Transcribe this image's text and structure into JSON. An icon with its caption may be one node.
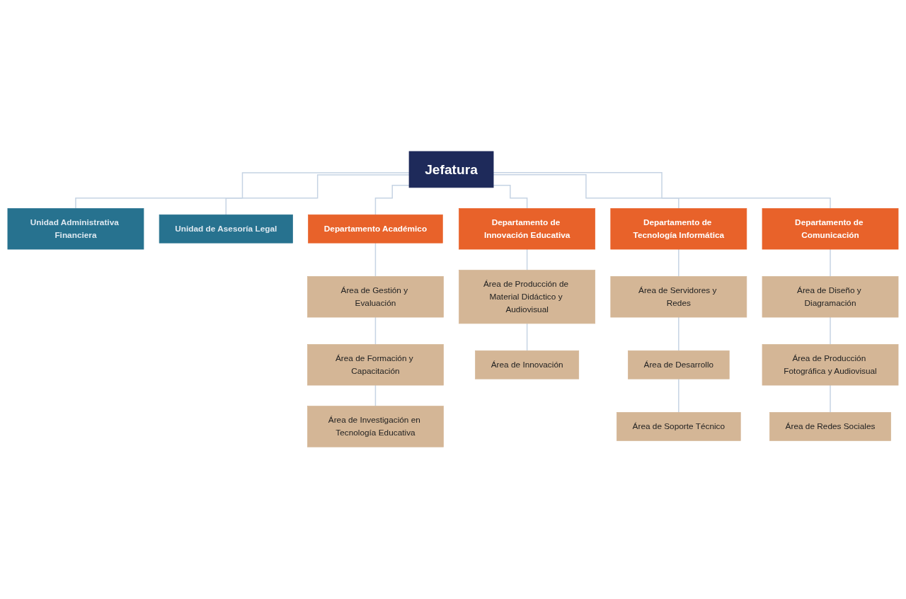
{
  "diagram": {
    "nodes": [
      {
        "text": [
          "Jefatura"
        ]
      },
      {
        "text": [
          "Unidad Administrativa Financiera"
        ]
      },
      {
        "text": [
          "Unidad de Asesoría Legal"
        ]
      },
      {
        "text": [
          "Departamento Académico"
        ]
      },
      {
        "text": [
          "Departamento de Innovación Educativa"
        ]
      },
      {
        "text": [
          "Departamento de Tecnología Informática"
        ]
      },
      {
        "text": [
          "Departamento de Comunicación"
        ]
      },
      {
        "text": [
          "Área de Gestión y Evaluación"
        ]
      },
      {
        "text": [
          "Área de Formación y Capacitación"
        ]
      },
      {
        "text": [
          "Área de Investigación en Tecnología Educativa"
        ]
      },
      {
        "text": [
          "Área de Producción de Material Didáctico y Audiovisual"
        ]
      },
      {
        "text": [
          "Área de Innovación"
        ]
      },
      {
        "text": [
          "Área de Servidores y Redes"
        ]
      },
      {
        "text": [
          "Área de Desarrollo"
        ]
      },
      {
        "text": [
          "Área de Soporte Técnico"
        ]
      },
      {
        "text": [
          "Área de Diseño y Diagramación"
        ]
      },
      {
        "text": [
          "Área de Producción Fotográfica y Audiovisual"
        ]
      },
      {
        "text": [
          "Área de Redes Sociales"
        ]
      }
    ],
    "edges": [
      {
        "from": 0,
        "to": 1,
        "arrow": "none"
      },
      {
        "from": 0,
        "to": 2,
        "arrow": "none"
      },
      {
        "from": 0,
        "to": 3,
        "arrow": "none"
      },
      {
        "from": 0,
        "to": 4,
        "arrow": "none"
      },
      {
        "from": 0,
        "to": 5,
        "arrow": "none"
      },
      {
        "from": 0,
        "to": 6,
        "arrow": "none"
      },
      {
        "from": 3,
        "to": 7,
        "arrow": "none"
      },
      {
        "from": 7,
        "to": 8,
        "arrow": "none"
      },
      {
        "from": 8,
        "to": 9,
        "arrow": "none"
      },
      {
        "from": 4,
        "to": 10,
        "arrow": "none"
      },
      {
        "from": 10,
        "to": 11,
        "arrow": "none"
      },
      {
        "from": 5,
        "to": 12,
        "arrow": "none"
      },
      {
        "from": 12,
        "to": 13,
        "arrow": "none"
      },
      {
        "from": 13,
        "to": 14,
        "arrow": "none"
      },
      {
        "from": 6,
        "to": 15,
        "arrow": "none"
      },
      {
        "from": 15,
        "to": 16,
        "arrow": "none"
      },
      {
        "from": 16,
        "to": 17,
        "arrow": "none"
      }
    ]
  }
}
